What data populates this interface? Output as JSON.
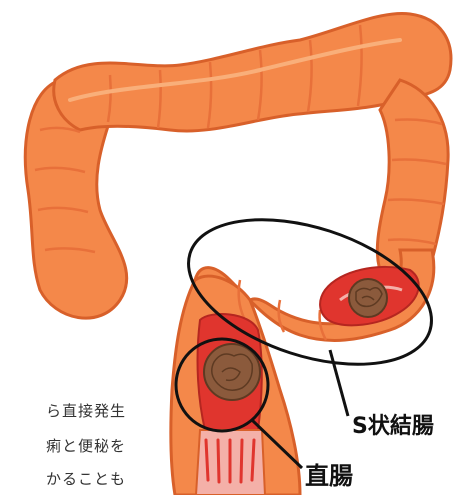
{
  "side_text": {
    "line1": "ら直接発生",
    "line2": "痢と便秘を",
    "line3": "かることも"
  },
  "labels": {
    "sigmoid": "S状結腸",
    "rectum": "直腸"
  },
  "colors": {
    "colon_body": "#F4884A",
    "colon_outline": "#D8602A",
    "colon_fold": "#E8703A",
    "colon_highlight": "#F9AF7A",
    "lumen": "#E0352E",
    "lumen_inner": "#F4B0A8",
    "tumor": "#8B5A3C",
    "tumor_dark": "#5E3A22",
    "circle_stroke": "#111111"
  }
}
